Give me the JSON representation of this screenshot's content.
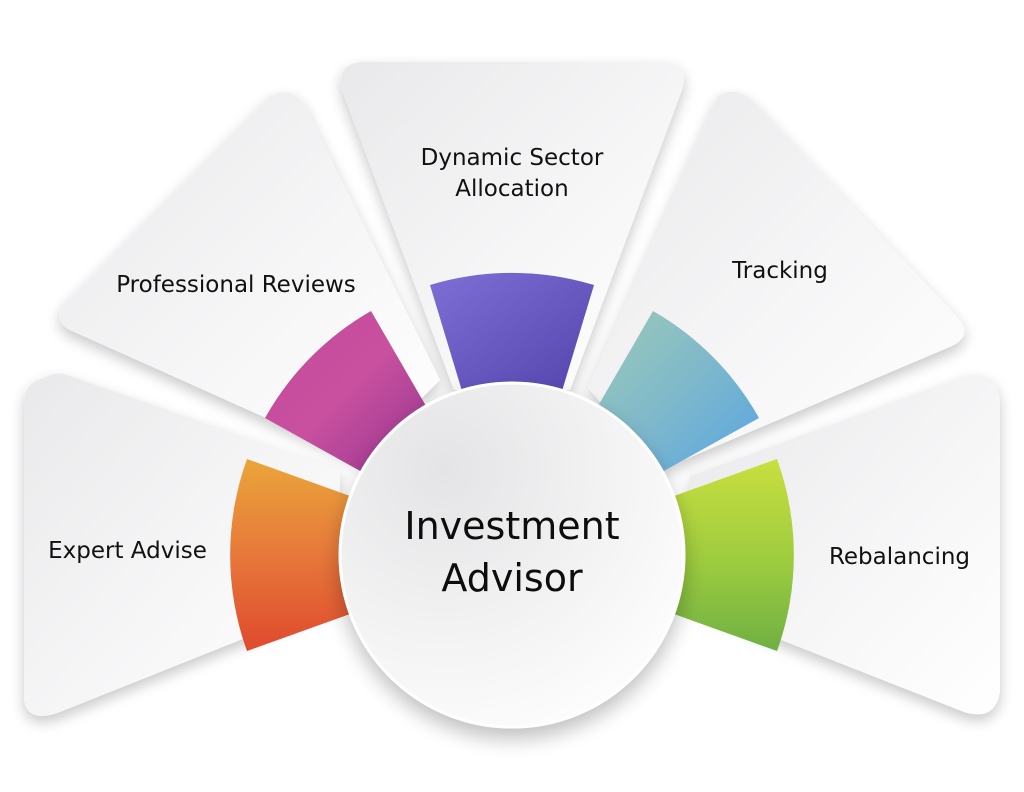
{
  "diagram": {
    "center": {
      "title_line1": "Investment",
      "title_line2": "Advisor"
    },
    "segments": [
      {
        "id": "expert-advise",
        "label": "Expert Advise",
        "color_start": "#eaa43a",
        "color_end": "#e0512f"
      },
      {
        "id": "professional-reviews",
        "label": "Professional Reviews",
        "color_start": "#c9509d",
        "color_end": "#9b3a99"
      },
      {
        "id": "dynamic-sector-allocation",
        "label_line1": "Dynamic Sector",
        "label_line2": "Allocation",
        "color_start": "#7a6ad3",
        "color_end": "#5a4bb3"
      },
      {
        "id": "tracking",
        "label": "Tracking",
        "color_start": "#96c6b8",
        "color_end": "#5fa9e0"
      },
      {
        "id": "rebalancing",
        "label": "Rebalancing",
        "color_start": "#c4dd42",
        "color_end": "#7ab843"
      }
    ],
    "colors": {
      "panel": "#f0f0f1",
      "panel_edge": "#e2e2e4",
      "hub": "#f4f4f5",
      "text": "#111111"
    }
  }
}
